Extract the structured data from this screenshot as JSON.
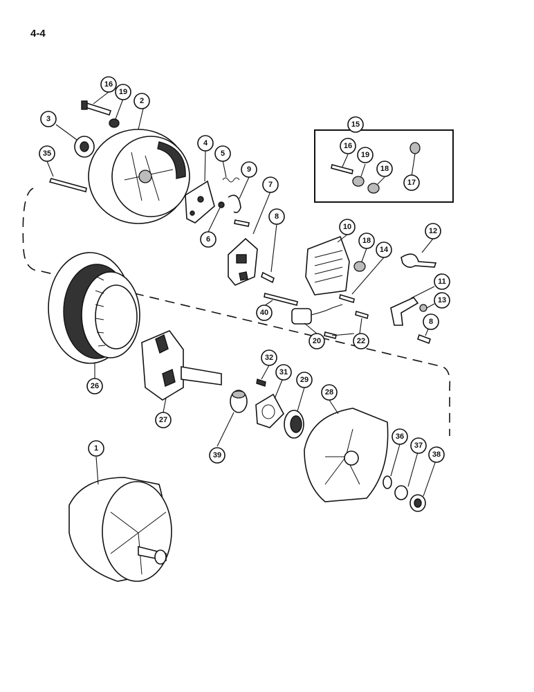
{
  "page": {
    "number": "4-4"
  },
  "callouts": {
    "c1": "1",
    "c2": "2",
    "c3": "3",
    "c4": "4",
    "c5": "5",
    "c6": "6",
    "c7": "7",
    "c8a": "8",
    "c8b": "8",
    "c9": "9",
    "c10": "10",
    "c11": "11",
    "c12": "12",
    "c13": "13",
    "c14": "14",
    "c15": "15",
    "c16a": "16",
    "c16b": "16",
    "c17": "17",
    "c18a": "18",
    "c18b": "18",
    "c19a": "19",
    "c19b": "19",
    "c20": "20",
    "c22": "22",
    "c26": "26",
    "c27": "27",
    "c28": "28",
    "c29": "29",
    "c31": "31",
    "c32": "32",
    "c35": "35",
    "c36": "36",
    "c37": "37",
    "c38": "38",
    "c39": "39",
    "c40": "40"
  }
}
